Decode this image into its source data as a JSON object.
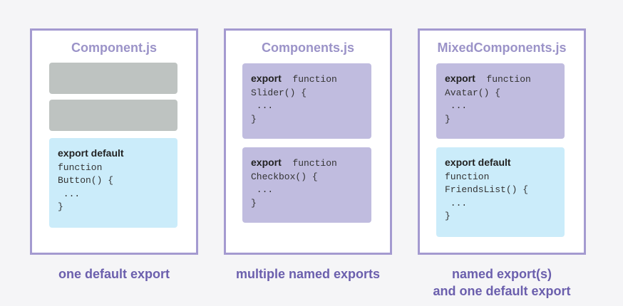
{
  "files": [
    {
      "title": "Component.js",
      "caption": "one default export"
    },
    {
      "title": "Components.js",
      "caption": "multiple named exports"
    },
    {
      "title": "MixedComponents.js",
      "caption_line1": "named export(s)",
      "caption_line2": "and one default export"
    }
  ],
  "blocks": {
    "button_default": {
      "keyword": "export default",
      "l1": "function",
      "l2": "Button() {",
      "l3": " ...",
      "l4": "}"
    },
    "slider_named": {
      "keyword": "export",
      "l1": "function",
      "l2": "Slider() {",
      "l3": " ...",
      "l4": "}"
    },
    "checkbox_named": {
      "keyword": "export",
      "l1": "function",
      "l2": "Checkbox() {",
      "l3": " ...",
      "l4": "}"
    },
    "avatar_named": {
      "keyword": "export",
      "l1": "function",
      "l2": "Avatar() {",
      "l3": " ...",
      "l4": "}"
    },
    "friendslist_default": {
      "keyword": "export default",
      "l1": "function",
      "l2": "FriendsList() {",
      "l3": " ...",
      "l4": "}"
    }
  },
  "colors": {
    "frame_border": "#a49ad0",
    "title": "#9b93c8",
    "caption": "#6b5fad",
    "placeholder_block": "#bec3c1",
    "named_export_block": "#c0bcdf",
    "default_export_block": "#cbecfa"
  }
}
